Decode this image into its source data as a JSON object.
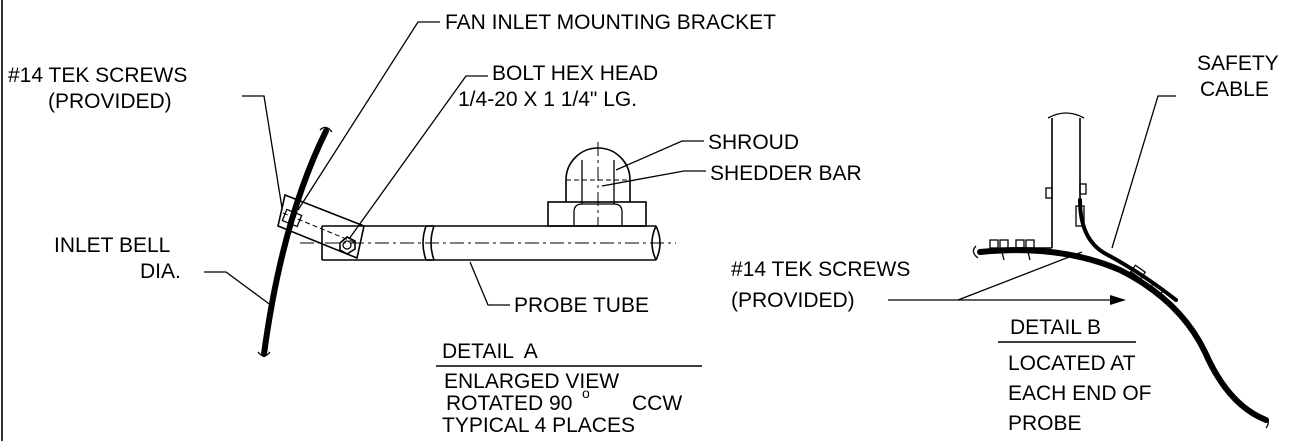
{
  "detail_a": {
    "callouts": {
      "fan_inlet_bracket": "FAN INLET MOUNTING BRACKET",
      "tek_screws_1": "#14 TEK SCREWS",
      "tek_screws_2": "(PROVIDED)",
      "bolt_1": "BOLT HEX HEAD",
      "bolt_2": "1/4-20 X 1 1/4\" LG.",
      "shroud": "SHROUD",
      "shedder_bar": "SHEDDER BAR",
      "inlet_bell_1": "INLET BELL",
      "inlet_bell_2": "DIA.",
      "probe_tube": "PROBE TUBE"
    },
    "title": "DETAIL  A",
    "notes": [
      "ENLARGED VIEW",
      "ROTATED 90",
      "CCW",
      "TYPICAL 4 PLACES"
    ],
    "degree_symbol": "o"
  },
  "detail_b": {
    "callouts": {
      "safety_cable_1": "SAFETY",
      "safety_cable_2": "CABLE",
      "tek_screws_1": "#14 TEK SCREWS",
      "tek_screws_2": "(PROVIDED)"
    },
    "title": "DETAIL B",
    "notes": [
      "LOCATED AT",
      "EACH END OF",
      "PROBE"
    ]
  }
}
